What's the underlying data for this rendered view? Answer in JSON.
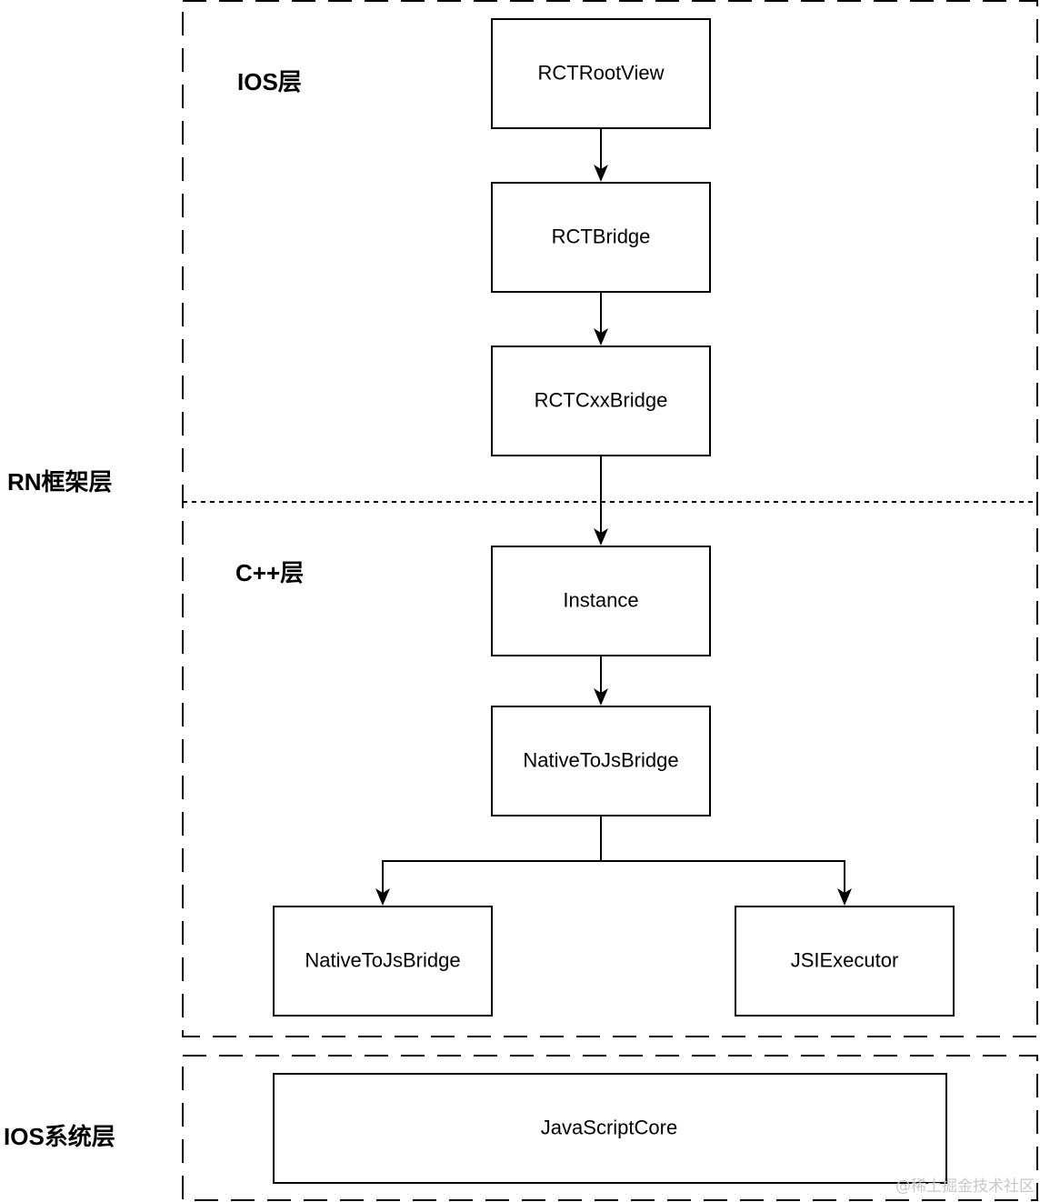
{
  "layers": {
    "ios_layer": "IOS层",
    "cpp_layer": "C++层",
    "rn_framework_layer": "RN框架层",
    "ios_system_layer": "IOS系统层"
  },
  "nodes": {
    "rct_root_view": "RCTRootView",
    "rct_bridge": "RCTBridge",
    "rct_cxx_bridge": "RCTCxxBridge",
    "instance": "Instance",
    "native_to_js_bridge": "NativeToJsBridge",
    "native_to_js_bridge_child": "NativeToJsBridge",
    "jsi_executor": "JSIExecutor",
    "javascript_core": "JavaScriptCore"
  },
  "edges": [
    {
      "from": "RCTRootView",
      "to": "RCTBridge"
    },
    {
      "from": "RCTBridge",
      "to": "RCTCxxBridge"
    },
    {
      "from": "RCTCxxBridge",
      "to": "Instance"
    },
    {
      "from": "Instance",
      "to": "NativeToJsBridge"
    },
    {
      "from": "NativeToJsBridge",
      "to": "NativeToJsBridge"
    },
    {
      "from": "NativeToJsBridge",
      "to": "JSIExecutor"
    }
  ],
  "watermark": "@稀土掘金技术社区"
}
